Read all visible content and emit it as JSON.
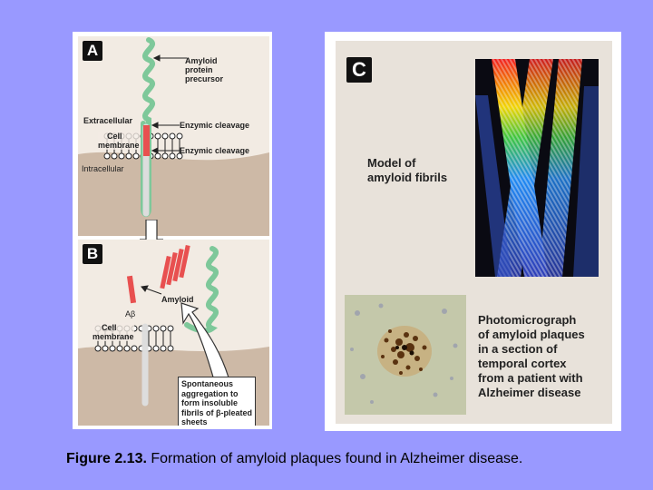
{
  "panel_a": {
    "letter": "A",
    "label_precursor": [
      "Amyloid",
      "protein",
      "precursor"
    ],
    "label_extracellular": "Extracellular",
    "label_cleavage_top": "Enzymic cleavage",
    "label_cell_membrane": [
      "Cell",
      "membrane"
    ],
    "label_cleavage_bottom": "Enzymic cleavage",
    "label_intracellular": "Intracellular"
  },
  "panel_b": {
    "letter": "B",
    "label_amyloid": "Amyloid",
    "label_abeta": "Aβ",
    "label_cell_membrane": [
      "Cell",
      "membrane"
    ],
    "label_aggregation": [
      "Spontaneous",
      "aggregation to",
      "form insoluble",
      "fibrils of β-pleated",
      "sheets"
    ]
  },
  "panel_c": {
    "letter": "C",
    "label_model": [
      "Model of",
      "amyloid fibrils"
    ],
    "label_photo": [
      "Photomicrograph",
      "of amyloid plaques",
      "in a section of",
      "temporal cortex",
      "from a patient with",
      "Alzheimer disease"
    ]
  },
  "caption": {
    "prefix": "Figure 2.13.",
    "text": " Formation of amyloid plaques found in Alzheimer disease."
  },
  "colors": {
    "background": "#9999ff",
    "extracellular": "#f2ebe3",
    "intracellular": "#cdb9a6",
    "panel_c_bg": "#e8e2da",
    "coil": "#7ec89a",
    "abeta": "#e85050"
  }
}
